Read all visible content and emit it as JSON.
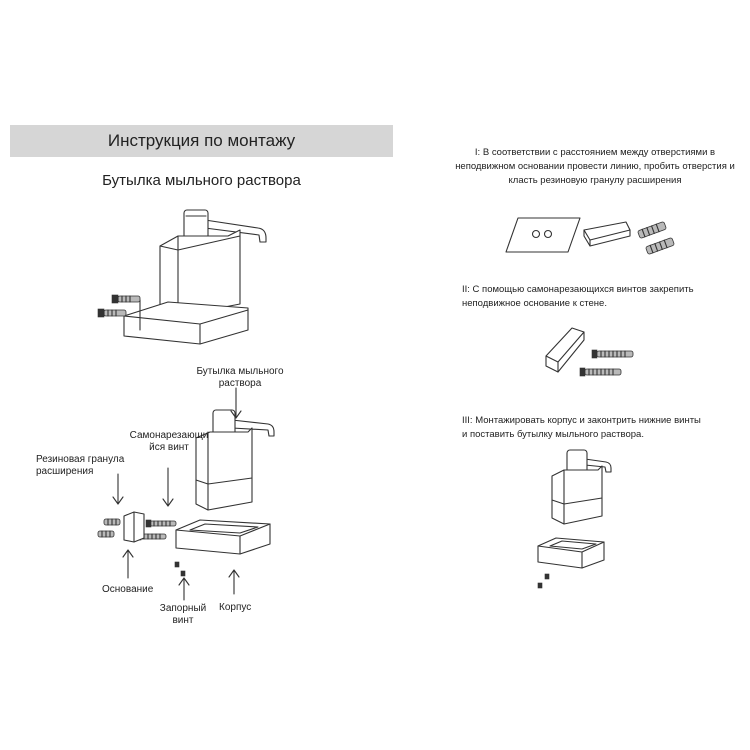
{
  "header": {
    "title": "Инструкция по монтажу"
  },
  "product": {
    "title": "Бутылка мыльного раствора"
  },
  "labels": {
    "bottle": [
      "Бутылка мыльного",
      "раствора"
    ],
    "screw": [
      "Самонарезающи",
      "йся винт"
    ],
    "anchor": [
      "Резиновая гранула",
      "расширения"
    ],
    "base": "Основание",
    "lock_screw": [
      "Запорный",
      "винт"
    ],
    "housing": "Корпус"
  },
  "steps": [
    {
      "lines": [
        "I: В соответствии с расстоянием между отверстиями в",
        "неподвижном основании провести линию, пробить отверстия и",
        "класть резиновую гранулу расширения"
      ]
    },
    {
      "lines": [
        "II: С помощью самонарезающихся винтов закрепить",
        "неподвижное основание к стене."
      ]
    },
    {
      "lines": [
        "III: Монтажировать корпус и законтрить нижние винты",
        "и поставить бутылку мыльного раствора."
      ]
    }
  ]
}
